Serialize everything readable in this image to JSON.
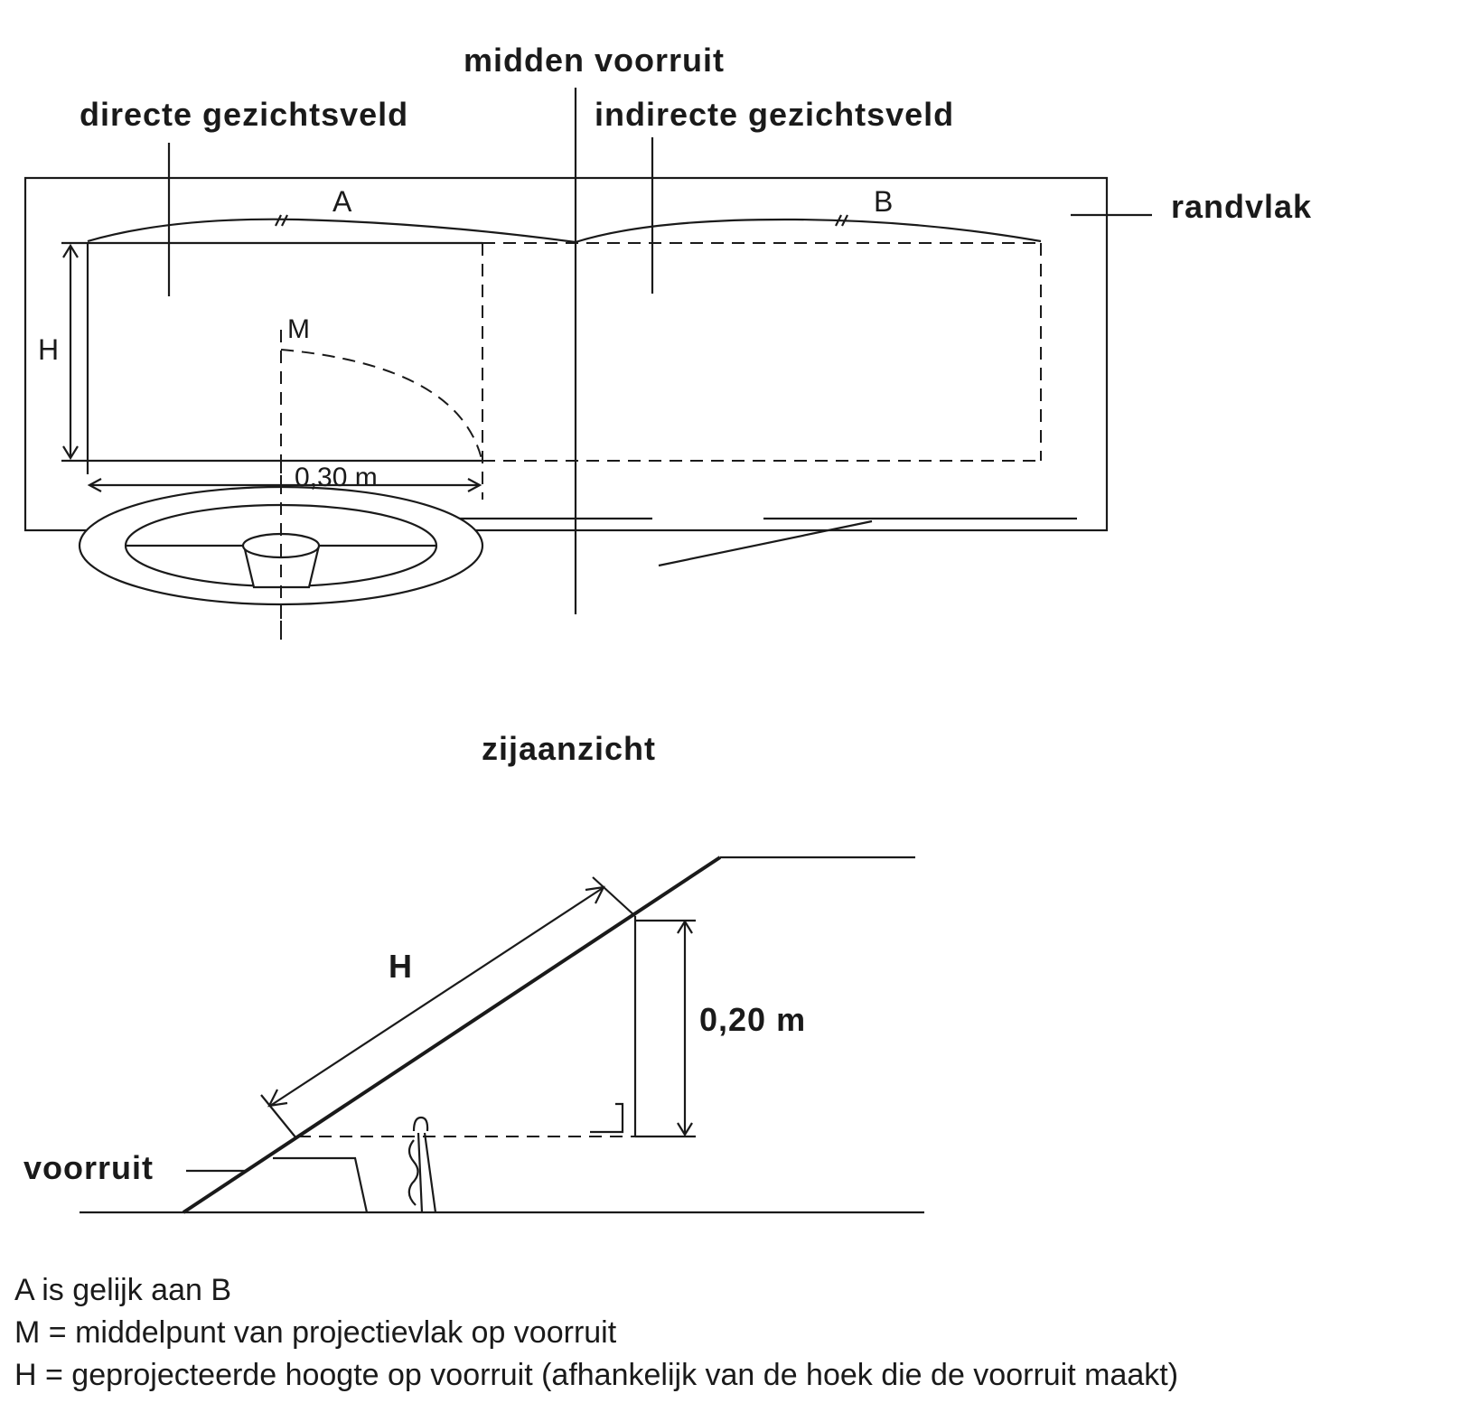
{
  "top_view": {
    "label_center": "midden voorruit",
    "label_direct": "directe gezichtsveld",
    "label_indirect": "indirecte gezichtsveld",
    "label_A": "A",
    "label_B": "B",
    "label_border": "randvlak",
    "label_H": "H",
    "label_M": "M",
    "label_width": "0,30 m"
  },
  "side_view": {
    "title": "zijaanzicht",
    "label_H": "H",
    "label_height": "0,20 m",
    "label_windscreen": "voorruit"
  },
  "legend": {
    "line1": "A is gelijk aan B",
    "line2": "M = middelpunt van projectievlak op voorruit",
    "line3": "H = geprojecteerde hoogte op voorruit (afhankelijk van de hoek die de voorruit maakt)"
  }
}
